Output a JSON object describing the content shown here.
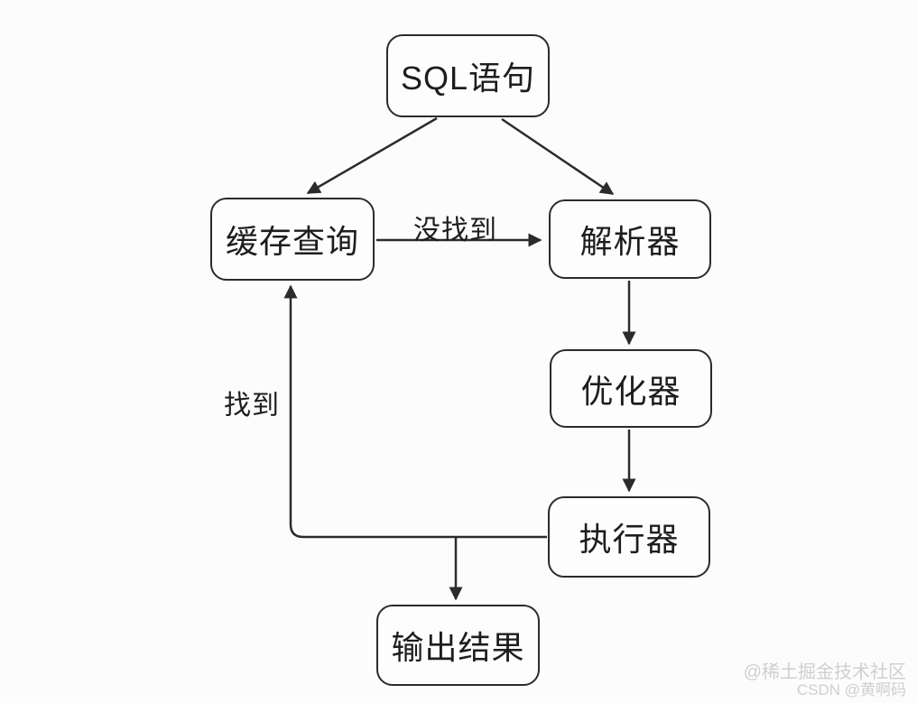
{
  "diagram": {
    "description": "SQL query execution flowchart",
    "nodes": {
      "sql": {
        "label": "SQL语句"
      },
      "cache": {
        "label": "缓存查询"
      },
      "parser": {
        "label": "解析器"
      },
      "optimizer": {
        "label": "优化器"
      },
      "executor": {
        "label": "执行器"
      },
      "output": {
        "label": "输出结果"
      }
    },
    "edges": [
      {
        "from": "sql",
        "to": "cache",
        "label": ""
      },
      {
        "from": "sql",
        "to": "parser",
        "label": ""
      },
      {
        "from": "cache",
        "to": "parser",
        "label": "没找到"
      },
      {
        "from": "parser",
        "to": "optimizer",
        "label": ""
      },
      {
        "from": "optimizer",
        "to": "executor",
        "label": ""
      },
      {
        "from": "executor",
        "to": "cache",
        "label": "找到"
      },
      {
        "from": "executor",
        "to": "output",
        "label": ""
      }
    ],
    "colors": {
      "background": "#fcfcfc",
      "node_border": "#2b2b2b",
      "node_fill": "#fdfdfd",
      "text": "#1d1d1d",
      "watermark": "#cfcfcf"
    }
  },
  "watermark": {
    "line1": "@稀土掘金技术社区",
    "line2": "CSDN @黄啊码"
  }
}
